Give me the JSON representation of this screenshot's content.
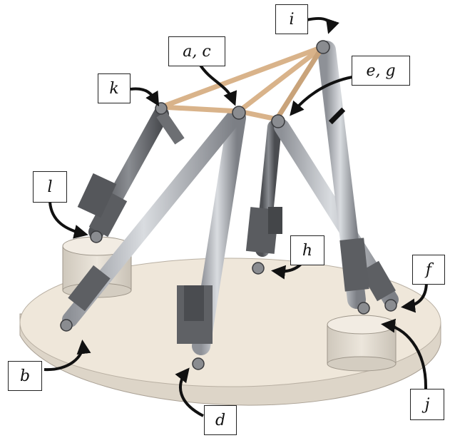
{
  "labels": {
    "i": "i",
    "ac": "a, c",
    "k": "k",
    "eg": "e, g",
    "l": "l",
    "h": "h",
    "f": "f",
    "b": "b",
    "d": "d",
    "j": "j"
  },
  "colors": {
    "base_plate": "#efe6d8",
    "base_edge": "#d8d0c3",
    "cylinder": "#e2dbd0",
    "strut_dark": "#6f7175",
    "strut_light": "#b9bcc2",
    "truss": "#d8b48c",
    "arrow": "#111111"
  }
}
